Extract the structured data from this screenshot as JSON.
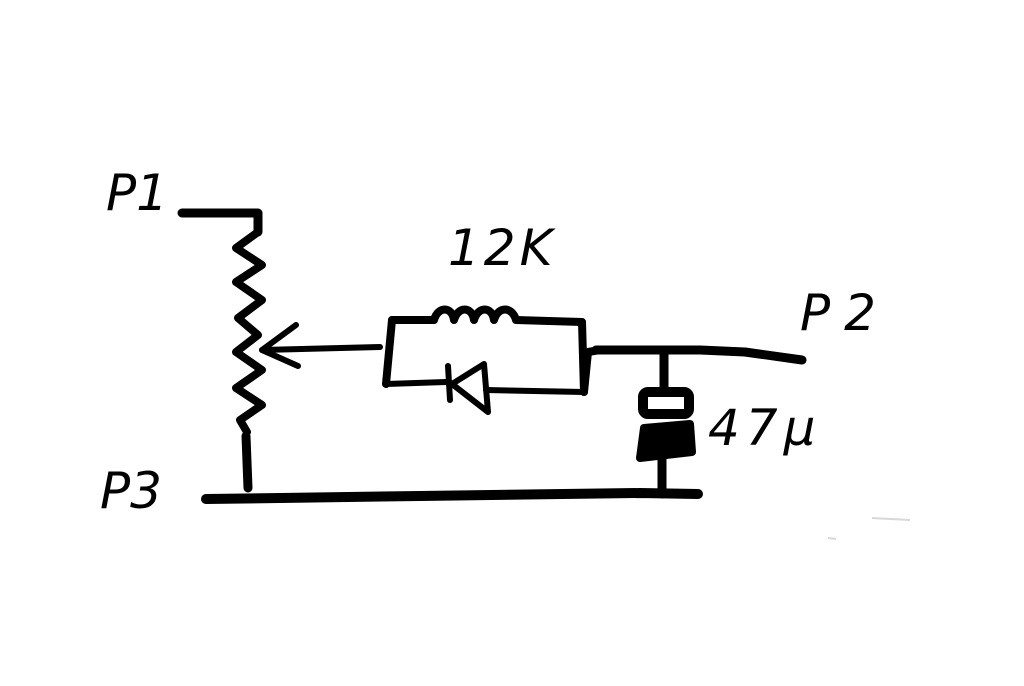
{
  "labels": {
    "p1": "P1",
    "p2": "P2",
    "p3": "P3",
    "resistor": "12K",
    "capacitor": "47μ"
  },
  "colors": {
    "ink": "#000000",
    "background": "#ffffff"
  }
}
